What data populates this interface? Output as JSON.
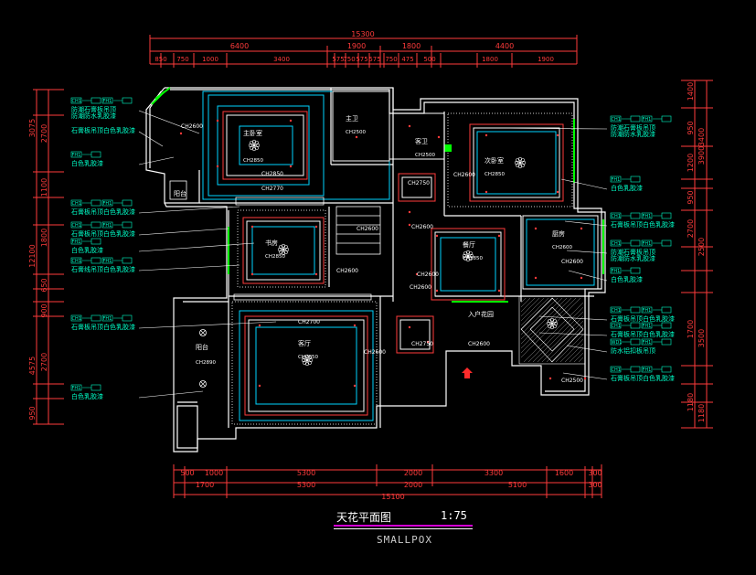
{
  "drawing": {
    "title": "天花平面图",
    "scale": "1:75",
    "subtitle": "SMALLPOX"
  },
  "dimensions": {
    "top_overall": "15300",
    "top_row2": [
      "6400",
      "1900",
      "1800",
      "4400"
    ],
    "top_row3": [
      "850",
      "750",
      "1000",
      "3400",
      "575",
      "750",
      "575",
      "575",
      "750",
      "475",
      "500",
      "1800",
      "1900"
    ],
    "bottom_row1": [
      "500",
      "1000",
      "5300",
      "2000",
      "3300",
      "1600",
      "300"
    ],
    "bottom_row2": [
      "1700",
      "5300",
      "2000",
      "5100",
      "300"
    ],
    "bottom_overall": "15100",
    "left_outer": [
      "3075",
      "12100",
      "4575",
      "950"
    ],
    "left_inner": [
      "2700",
      "1100",
      "1800",
      "650",
      "900",
      "2700"
    ],
    "right_outer": [
      "3900",
      "3400",
      "2500",
      "3500",
      "1180"
    ],
    "right_inner": [
      "1400",
      "950",
      "1200",
      "950",
      "2700",
      "1700",
      "1180"
    ]
  },
  "rooms": [
    {
      "name": "主卧室",
      "height": "CH2850"
    },
    {
      "name": "主卫",
      "height": "CH2500"
    },
    {
      "name": "客卫",
      "height": "CH2500"
    },
    {
      "name": "次卧室",
      "height": "CH2850"
    },
    {
      "name": "阳台",
      "height": ""
    },
    {
      "name": "书房",
      "height": "CH2850"
    },
    {
      "name": "餐厅",
      "height": "CH2850"
    },
    {
      "name": "厨房",
      "height": "CH2600"
    },
    {
      "name": "入户花园",
      "height": ""
    },
    {
      "name": "客厅",
      "height": "CH2850"
    },
    {
      "name": "阳台",
      "height": "CH2890"
    }
  ],
  "ceiling_heights": [
    "CH2600",
    "CH2850",
    "CH2770",
    "CH2600",
    "CH2750",
    "CH2600",
    "CH2600",
    "CH2600",
    "CH2600",
    "CH2600",
    "CH2700",
    "CH2750",
    "CH2600",
    "CH2600",
    "CH2500",
    "CH2600"
  ],
  "left_notes": [
    {
      "tags": [
        "CH1",
        "FH1"
      ],
      "text": [
        "防潮石膏板吊顶",
        "防潮防水乳胶漆"
      ]
    },
    {
      "tags": [],
      "text": [
        "石膏板吊顶白色乳胶漆"
      ]
    },
    {
      "tags": [
        "FH1"
      ],
      "text": [
        "白色乳胶漆"
      ]
    },
    {
      "tags": [
        "CH1",
        "FH1"
      ],
      "text": [
        "石膏板吊顶白色乳胶漆"
      ]
    },
    {
      "tags": [
        "CH1",
        "FH1"
      ],
      "text": [
        "石膏板吊顶白色乳胶漆"
      ]
    },
    {
      "tags": [
        "FH1"
      ],
      "text": [
        "白色乳胶漆"
      ]
    },
    {
      "tags": [
        "CH1",
        "FH1"
      ],
      "text": [
        "石膏线吊顶白色乳胶漆"
      ]
    },
    {
      "tags": [
        "CH1",
        "FH1"
      ],
      "text": [
        "石膏板吊顶白色乳胶漆"
      ]
    },
    {
      "tags": [
        "FH1"
      ],
      "text": [
        "白色乳胶漆"
      ]
    }
  ],
  "right_notes": [
    {
      "tags": [
        "CH1",
        "FH1"
      ],
      "text": [
        "防潮石膏板吊顶",
        "防潮防水乳胶漆"
      ]
    },
    {
      "tags": [
        "FH1"
      ],
      "text": [
        "白色乳胶漆"
      ]
    },
    {
      "tags": [
        "CH1",
        "FH1"
      ],
      "text": [
        "石膏板吊顶白色乳胶漆"
      ]
    },
    {
      "tags": [
        "CH1",
        "FH1"
      ],
      "text": [
        "防潮石膏板吊顶",
        "防潮防水乳胶漆"
      ]
    },
    {
      "tags": [
        "FH1"
      ],
      "text": [
        "白色乳胶漆"
      ]
    },
    {
      "tags": [
        "CH1",
        "FH1"
      ],
      "text": [
        "石膏板吊顶白色乳胶漆"
      ]
    },
    {
      "tags": [
        "CH1",
        "FH1"
      ],
      "text": [
        "石膏板吊顶白色乳胶漆"
      ]
    },
    {
      "tags": [
        "WD1",
        "FH1"
      ],
      "text": [
        "防水铝扣板吊顶"
      ]
    },
    {
      "tags": [
        "CH1",
        "FH1"
      ],
      "text": [
        "石膏板吊顶白色乳胶漆"
      ]
    }
  ],
  "colors": {
    "background": "#000000",
    "dimension": "#ff3b3b",
    "wall": "#ffffff",
    "ceiling_outline": "#00d5ff",
    "annotation_text": "#00ffc8",
    "label_text": "#ffffff",
    "green": "#00ff00",
    "title_underline": "#d400d4"
  }
}
